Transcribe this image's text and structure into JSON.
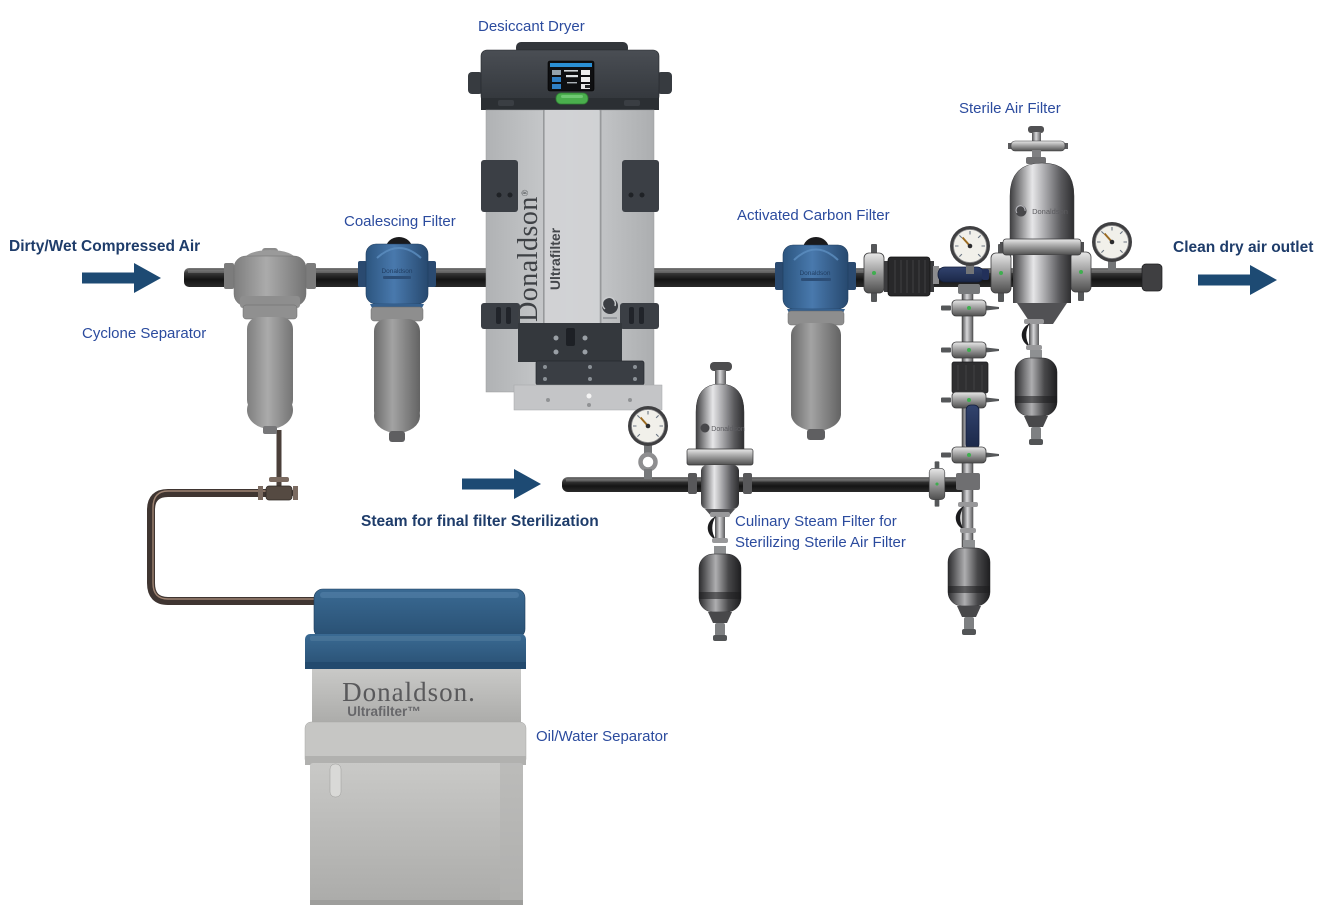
{
  "labels": {
    "desiccant_dryer": "Desiccant Dryer",
    "sterile_air_filter": "Sterile Air Filter",
    "coalescing_filter": "Coalescing Filter",
    "activated_carbon_filter": "Activated Carbon Filter",
    "cyclone_separator": "Cyclone Separator",
    "culinary_line1": "Culinary Steam Filter for",
    "culinary_line2": "Sterilizing Sterile Air Filter",
    "oil_water_separator": "Oil/Water Separator"
  },
  "flows": {
    "inlet": "Dirty/Wet Compressed Air",
    "outlet": "Clean dry air outlet",
    "steam": "Steam for final filter Sterilization"
  },
  "brand": {
    "name_plain": "Donaldson",
    "name_serif": "Donaldson",
    "name_dot": "Donaldson.",
    "sub": "Ultrafilter",
    "sub_tm": "Ultrafilter™",
    "reg": "®"
  },
  "colors": {
    "label_blue": "#2b4b9e",
    "flow_navy": "#1e3c6a",
    "arrow_navy": "#1d4a73",
    "filter_head_blue": "#4979ad",
    "separator_blue": "#39688f",
    "indicator_green": "#4aae4d",
    "dryer_panel_blue": "#2a8fd4"
  }
}
